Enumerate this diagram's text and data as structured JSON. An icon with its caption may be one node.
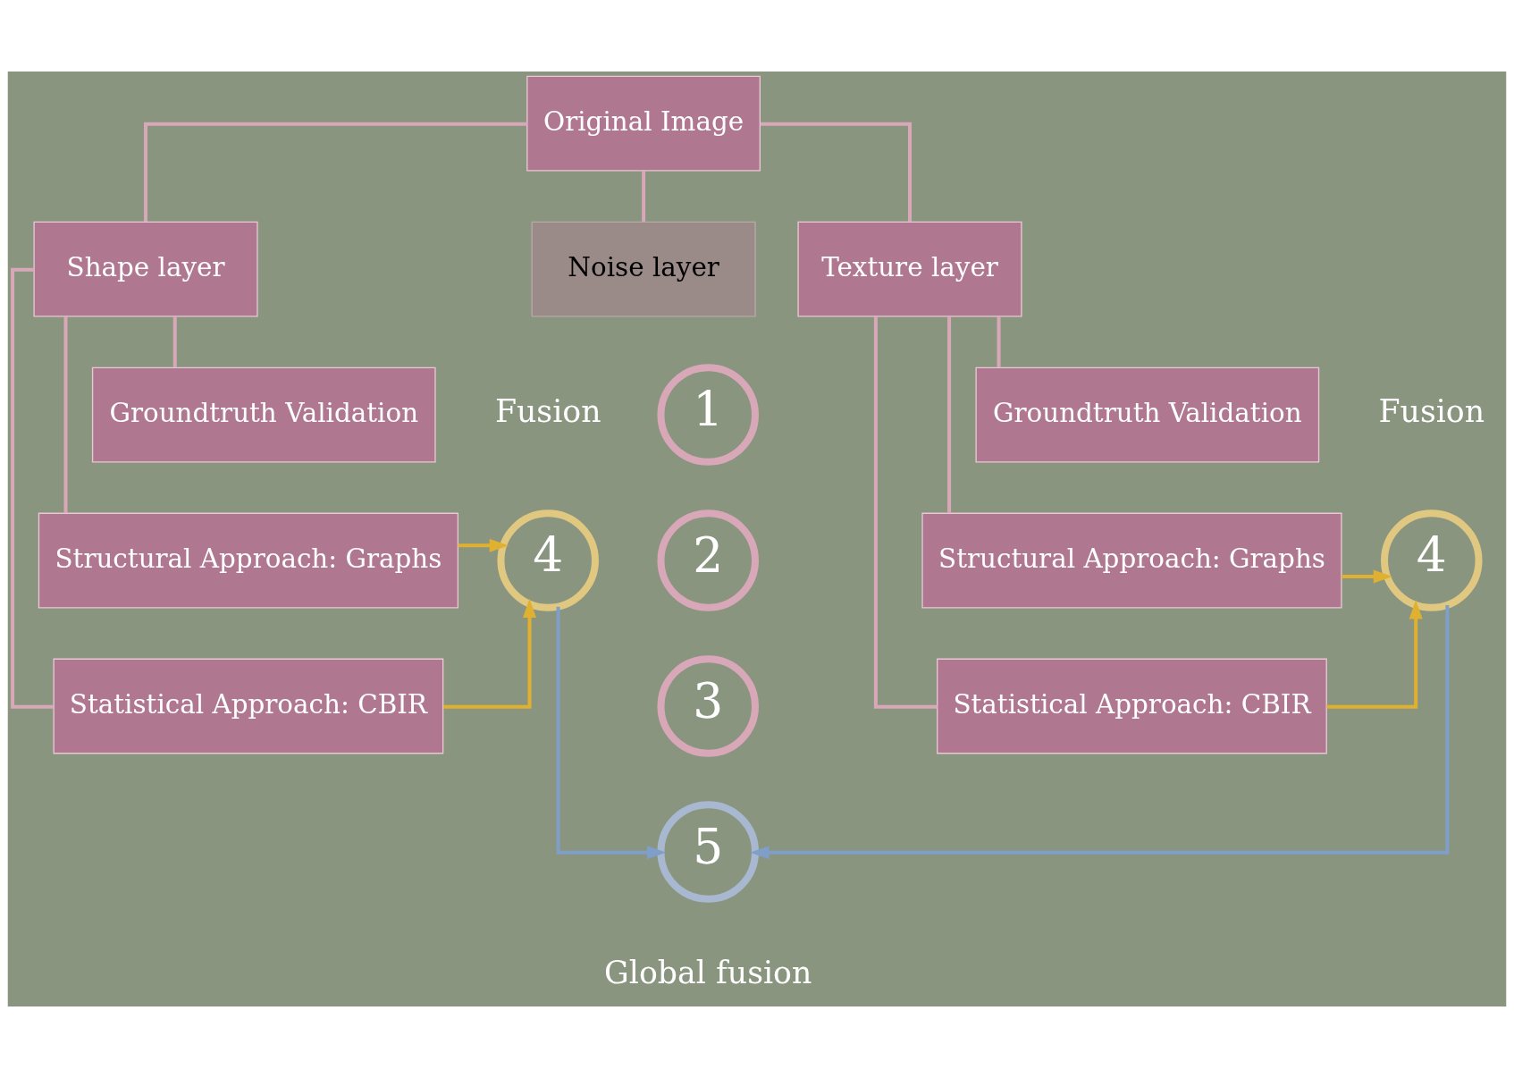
{
  "diagram": {
    "nodes": [
      {
        "text": [
          "Original Image"
        ]
      },
      {
        "text": [
          "Shape layer"
        ]
      },
      {
        "text": [
          "Noise layer"
        ]
      },
      {
        "text": [
          "Texture layer"
        ]
      },
      {
        "text": [
          "Groundtruth Validation"
        ]
      },
      {
        "text": [
          "Structural Approach: Graphs"
        ]
      },
      {
        "text": [
          "Statistical Approach: CBIR"
        ]
      },
      {
        "text": [
          "1"
        ]
      },
      {
        "text": [
          "2"
        ]
      },
      {
        "text": [
          "3"
        ]
      },
      {
        "text": [
          "Groundtruth Validation"
        ]
      },
      {
        "text": [
          "Structural Approach: Graphs"
        ]
      },
      {
        "text": [
          "Statistical Approach: CBIR"
        ]
      },
      {
        "text": [
          "4"
        ],
        "beside": [
          "Fusion"
        ]
      },
      {
        "text": [
          "4"
        ],
        "beside": [
          "Fusion"
        ]
      },
      {
        "text": [
          "5"
        ],
        "beside": [
          "Global fusion"
        ]
      }
    ],
    "edges": [
      {
        "from": 0,
        "to": 1,
        "arrow": "none"
      },
      {
        "from": 0,
        "to": 2,
        "arrow": "none"
      },
      {
        "from": 0,
        "to": 3,
        "arrow": "none"
      },
      {
        "from": 1,
        "to": 4,
        "arrow": "none"
      },
      {
        "from": 1,
        "to": 5,
        "arrow": "none"
      },
      {
        "from": 1,
        "to": 6,
        "arrow": "none"
      },
      {
        "from": 3,
        "to": 10,
        "arrow": "none"
      },
      {
        "from": 3,
        "to": 11,
        "arrow": "none"
      },
      {
        "from": 3,
        "to": 12,
        "arrow": "none"
      },
      {
        "from": 5,
        "to": 13,
        "arrow": "to",
        "color": "#e0b030"
      },
      {
        "from": 6,
        "to": 13,
        "arrow": "to",
        "color": "#e0b030"
      },
      {
        "from": 11,
        "to": 14,
        "arrow": "to",
        "color": "#e0b030"
      },
      {
        "from": 12,
        "to": 14,
        "arrow": "to",
        "color": "#e0b030"
      },
      {
        "from": 13,
        "to": 15,
        "arrow": "to",
        "color": "#7f9fc8"
      },
      {
        "from": 14,
        "to": 15,
        "arrow": "to",
        "color": "#7f9fc8"
      }
    ]
  }
}
